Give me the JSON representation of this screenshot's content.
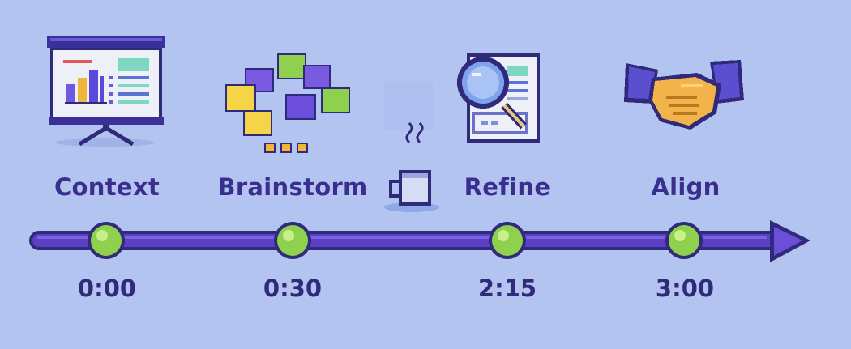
{
  "diagram": {
    "stages": [
      {
        "id": "context",
        "label": "Context",
        "time": "0:00",
        "icon": "presentation-board-icon"
      },
      {
        "id": "brainstorm",
        "label": "Brainstorm",
        "time": "0:30",
        "icon": "sticky-notes-icon"
      },
      {
        "id": "refine",
        "label": "Refine",
        "time": "2:15",
        "icon": "magnifier-document-icon"
      },
      {
        "id": "align",
        "label": "Align",
        "time": "3:00",
        "icon": "handshake-icon"
      }
    ],
    "break_icon": "coffee-cup-icon",
    "colors": {
      "background": "#b3c4f0",
      "timeline": "#5b3fc4",
      "milestone": "#8fd14f",
      "label": "#3a2f8f"
    }
  }
}
